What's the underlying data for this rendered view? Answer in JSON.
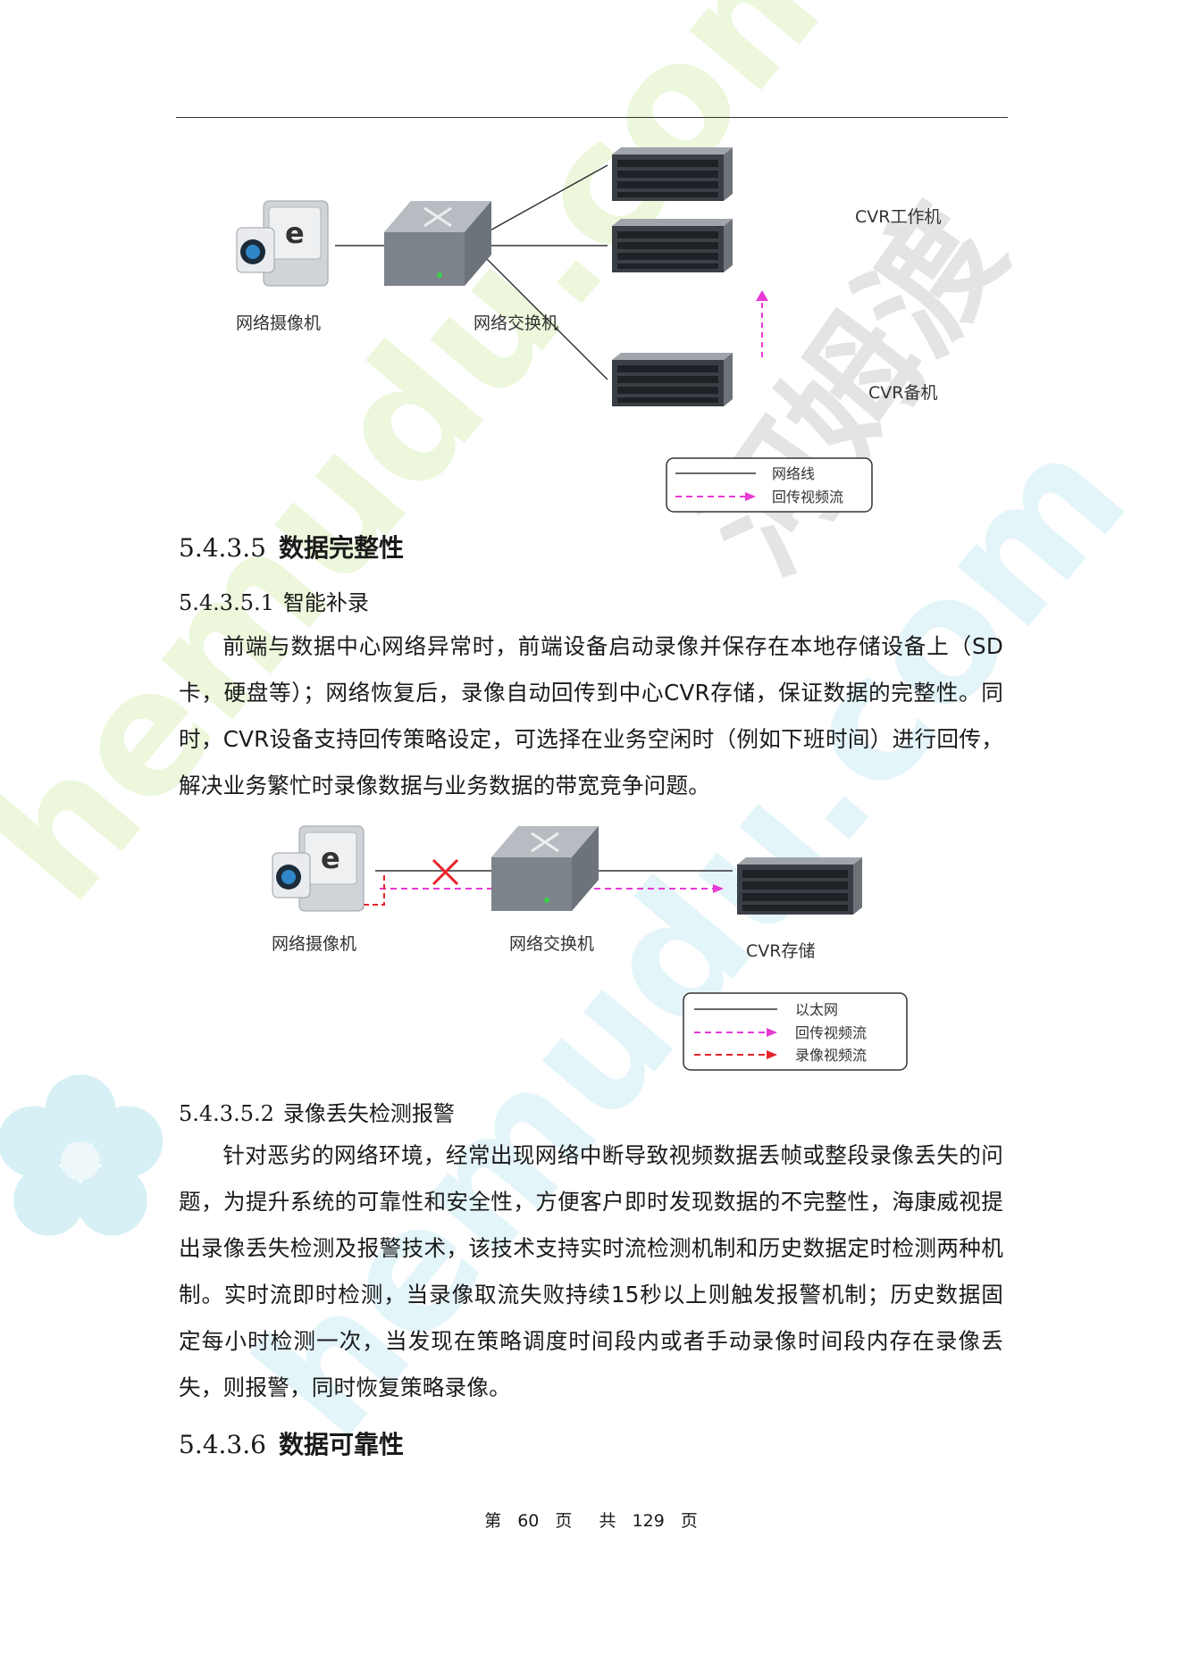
{
  "watermark": {
    "logo_text": "河姆渡",
    "site_text": "hemudu.com"
  },
  "figure1": {
    "camera_label": "网络摄像机",
    "switch_label": "网络交换机",
    "cvr_work_label": "CVR工作机",
    "cvr_backup_label": "CVR备机",
    "legend": {
      "line": "网络线",
      "dashed": "回传视频流"
    }
  },
  "section_5_4_3_5": {
    "number": "5.4.3.5",
    "title": "数据完整性",
    "sub1": {
      "number": "5.4.3.5.1",
      "title": "智能补录",
      "paragraph": "前端与数据中心网络异常时，前端设备启动录像并保存在本地存储设备上（SD卡，硬盘等）；网络恢复后，录像自动回传到中心CVR存储，保证数据的完整性。同时，CVR设备支持回传策略设定，可选择在业务空闲时（例如下班时间）进行回传，解决业务繁忙时录像数据与业务数据的带宽竞争问题。"
    },
    "sub2": {
      "number": "5.4.3.5.2",
      "title": "录像丢失检测报警",
      "paragraph": "针对恶劣的网络环境，经常出现网络中断导致视频数据丢帧或整段录像丢失的问题，为提升系统的可靠性和安全性，方便客户即时发现数据的不完整性，海康威视提出录像丢失检测及报警技术，该技术支持实时流检测机制和历史数据定时检测两种机制。实时流即时检测，当录像取流失败持续15秒以上则触发报警机制；历史数据固定每小时检测一次，当发现在策略调度时间段内或者手动录像时间段内存在录像丢失，则报警，同时恢复策略录像。"
    }
  },
  "figure2": {
    "camera_label": "网络摄像机",
    "switch_label": "网络交换机",
    "cvr_label": "CVR存储",
    "legend": {
      "line": "以太网",
      "pink": "回传视频流",
      "red": "录像视频流"
    }
  },
  "section_5_4_3_6": {
    "number": "5.4.3.6",
    "title": "数据可靠性"
  },
  "footer": {
    "page_prefix": "第",
    "page_number": "60",
    "page_unit": "页",
    "total_prefix": "共",
    "total_pages": "129",
    "total_unit": "页"
  },
  "colors": {
    "pink_dashed": "#e83ad6",
    "red_dashed": "#e8232b",
    "red_x": "#e8232b"
  }
}
